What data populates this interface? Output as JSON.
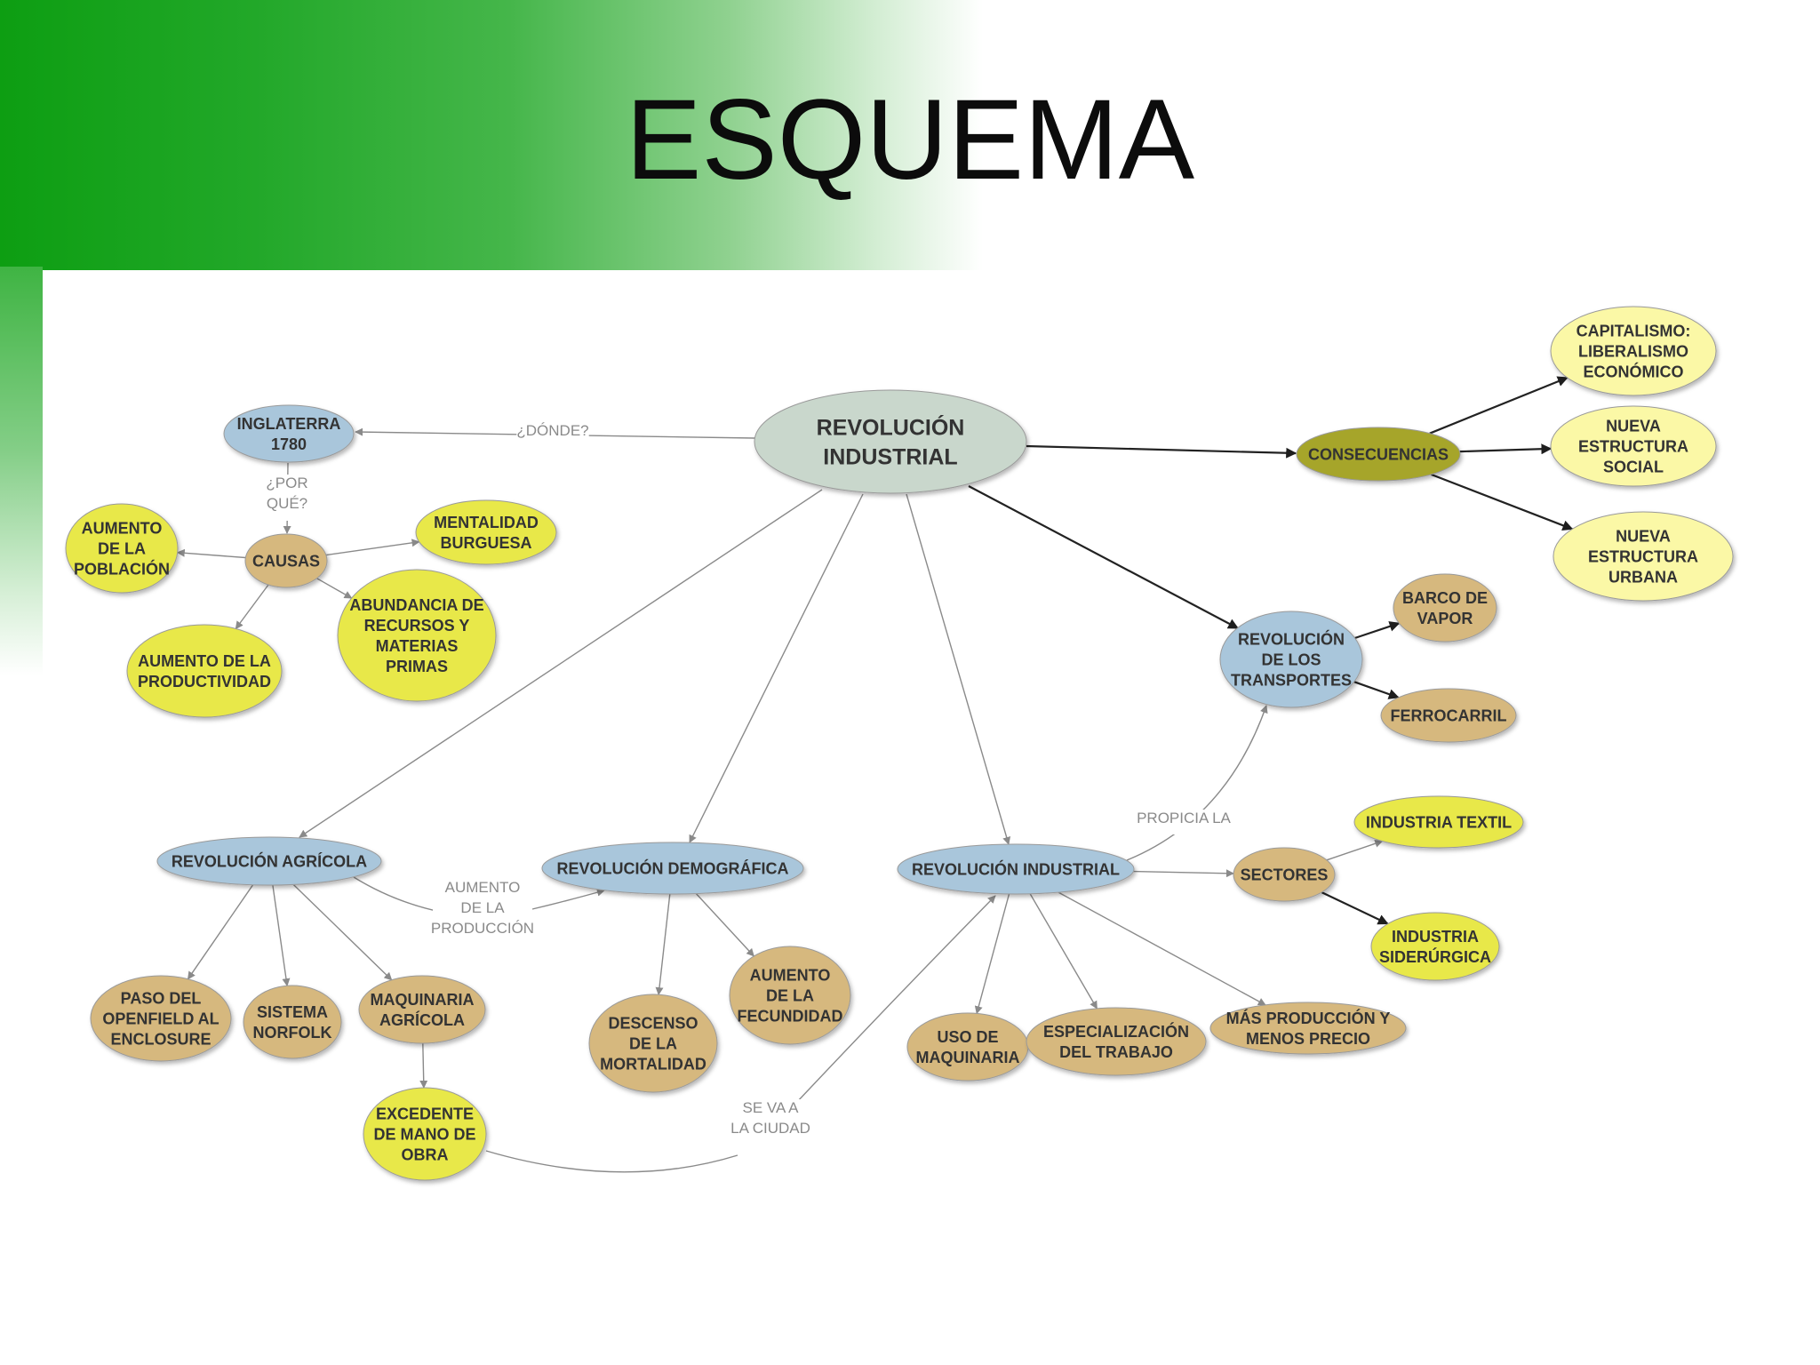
{
  "slide": {
    "title": "ESQUEMA"
  },
  "colors": {
    "blue": "#a9c6db",
    "yellow": "#e8e84a",
    "tan": "#d6b87e",
    "olive": "#a6a52a",
    "pale_yellow": "#fbf8a6",
    "center": "#c9d7cc",
    "edge_gray": "#8a8a8a",
    "edge_dark": "#222222"
  },
  "nodes": {
    "revolucion_industrial_center": {
      "lines": [
        "REVOLUCIÓN",
        "INDUSTRIAL"
      ],
      "color": "center"
    },
    "inglaterra": {
      "lines": [
        "INGLATERRA",
        "1780"
      ],
      "color": "blue"
    },
    "causas": {
      "lines": [
        "CAUSAS"
      ],
      "color": "tan"
    },
    "aumento_poblacion": {
      "lines": [
        "AUMENTO",
        "DE LA",
        "POBLACIÓN"
      ],
      "color": "yellow"
    },
    "mentalidad_burguesa": {
      "lines": [
        "MENTALIDAD",
        "BURGUESA"
      ],
      "color": "yellow"
    },
    "aumento_productividad": {
      "lines": [
        "AUMENTO DE LA",
        "PRODUCTIVIDAD"
      ],
      "color": "yellow"
    },
    "abundancia_recursos": {
      "lines": [
        "ABUNDANCIA DE",
        "RECURSOS Y",
        "MATERIAS",
        "PRIMAS"
      ],
      "color": "yellow"
    },
    "consecuencias": {
      "lines": [
        "CONSECUENCIAS"
      ],
      "color": "olive"
    },
    "capitalismo": {
      "lines": [
        "CAPITALISMO:",
        "LIBERALISMO",
        "ECONÓMICO"
      ],
      "color": "pale_yellow"
    },
    "nueva_estructura_social": {
      "lines": [
        "NUEVA",
        "ESTRUCTURA",
        "SOCIAL"
      ],
      "color": "pale_yellow"
    },
    "nueva_estructura_urbana": {
      "lines": [
        "NUEVA",
        "ESTRUCTURA",
        "URBANA"
      ],
      "color": "pale_yellow"
    },
    "revolucion_transportes": {
      "lines": [
        "REVOLUCIÓN",
        "DE LOS",
        "TRANSPORTES"
      ],
      "color": "blue"
    },
    "barco_vapor": {
      "lines": [
        "BARCO DE",
        "VAPOR"
      ],
      "color": "tan"
    },
    "ferrocarril": {
      "lines": [
        "FERROCARRIL"
      ],
      "color": "tan"
    },
    "revolucion_agricola": {
      "lines": [
        "REVOLUCIÓN AGRÍCOLA"
      ],
      "color": "blue"
    },
    "revolucion_demografica": {
      "lines": [
        "REVOLUCIÓN DEMOGRÁFICA"
      ],
      "color": "blue"
    },
    "revolucion_industrial_sub": {
      "lines": [
        "REVOLUCIÓN INDUSTRIAL"
      ],
      "color": "blue"
    },
    "sectores": {
      "lines": [
        "SECTORES"
      ],
      "color": "tan"
    },
    "industria_textil": {
      "lines": [
        "INDUSTRIA TEXTIL"
      ],
      "color": "yellow"
    },
    "industria_siderurgica": {
      "lines": [
        "INDUSTRIA",
        "SIDERÚRGICA"
      ],
      "color": "yellow"
    },
    "paso_openfield": {
      "lines": [
        "PASO DEL",
        "OPENFIELD AL",
        "ENCLOSURE"
      ],
      "color": "tan"
    },
    "sistema_norfolk": {
      "lines": [
        "SISTEMA",
        "NORFOLK"
      ],
      "color": "tan"
    },
    "maquinaria_agricola": {
      "lines": [
        "MAQUINARIA",
        "AGRÍCOLA"
      ],
      "color": "tan"
    },
    "excedente_mano_obra": {
      "lines": [
        "EXCEDENTE",
        "DE MANO DE",
        "OBRA"
      ],
      "color": "yellow"
    },
    "descenso_mortalidad": {
      "lines": [
        "DESCENSO",
        "DE LA",
        "MORTALIDAD"
      ],
      "color": "tan"
    },
    "aumento_fecundidad": {
      "lines": [
        "AUMENTO",
        "DE LA",
        "FECUNDIDAD"
      ],
      "color": "tan"
    },
    "uso_maquinaria": {
      "lines": [
        "USO DE",
        "MAQUINARIA"
      ],
      "color": "tan"
    },
    "especializacion_trabajo": {
      "lines": [
        "ESPECIALIZACIÓN",
        "DEL TRABAJO"
      ],
      "color": "tan"
    },
    "mas_produccion": {
      "lines": [
        "MÁS PRODUCCIÓN Y",
        "MENOS PRECIO"
      ],
      "color": "tan"
    }
  },
  "edge_labels": {
    "donde": {
      "lines": [
        "¿DÓNDE?"
      ]
    },
    "por_que": {
      "lines": [
        "¿POR",
        "QUÉ?"
      ]
    },
    "propicia_la": {
      "lines": [
        "PROPICIA LA"
      ]
    },
    "aumento_produccion": {
      "lines": [
        "AUMENTO",
        "DE LA",
        "PRODUCCIÓN"
      ]
    },
    "se_va_ciudad": {
      "lines": [
        "SE VA A",
        "LA CIUDAD"
      ]
    }
  }
}
